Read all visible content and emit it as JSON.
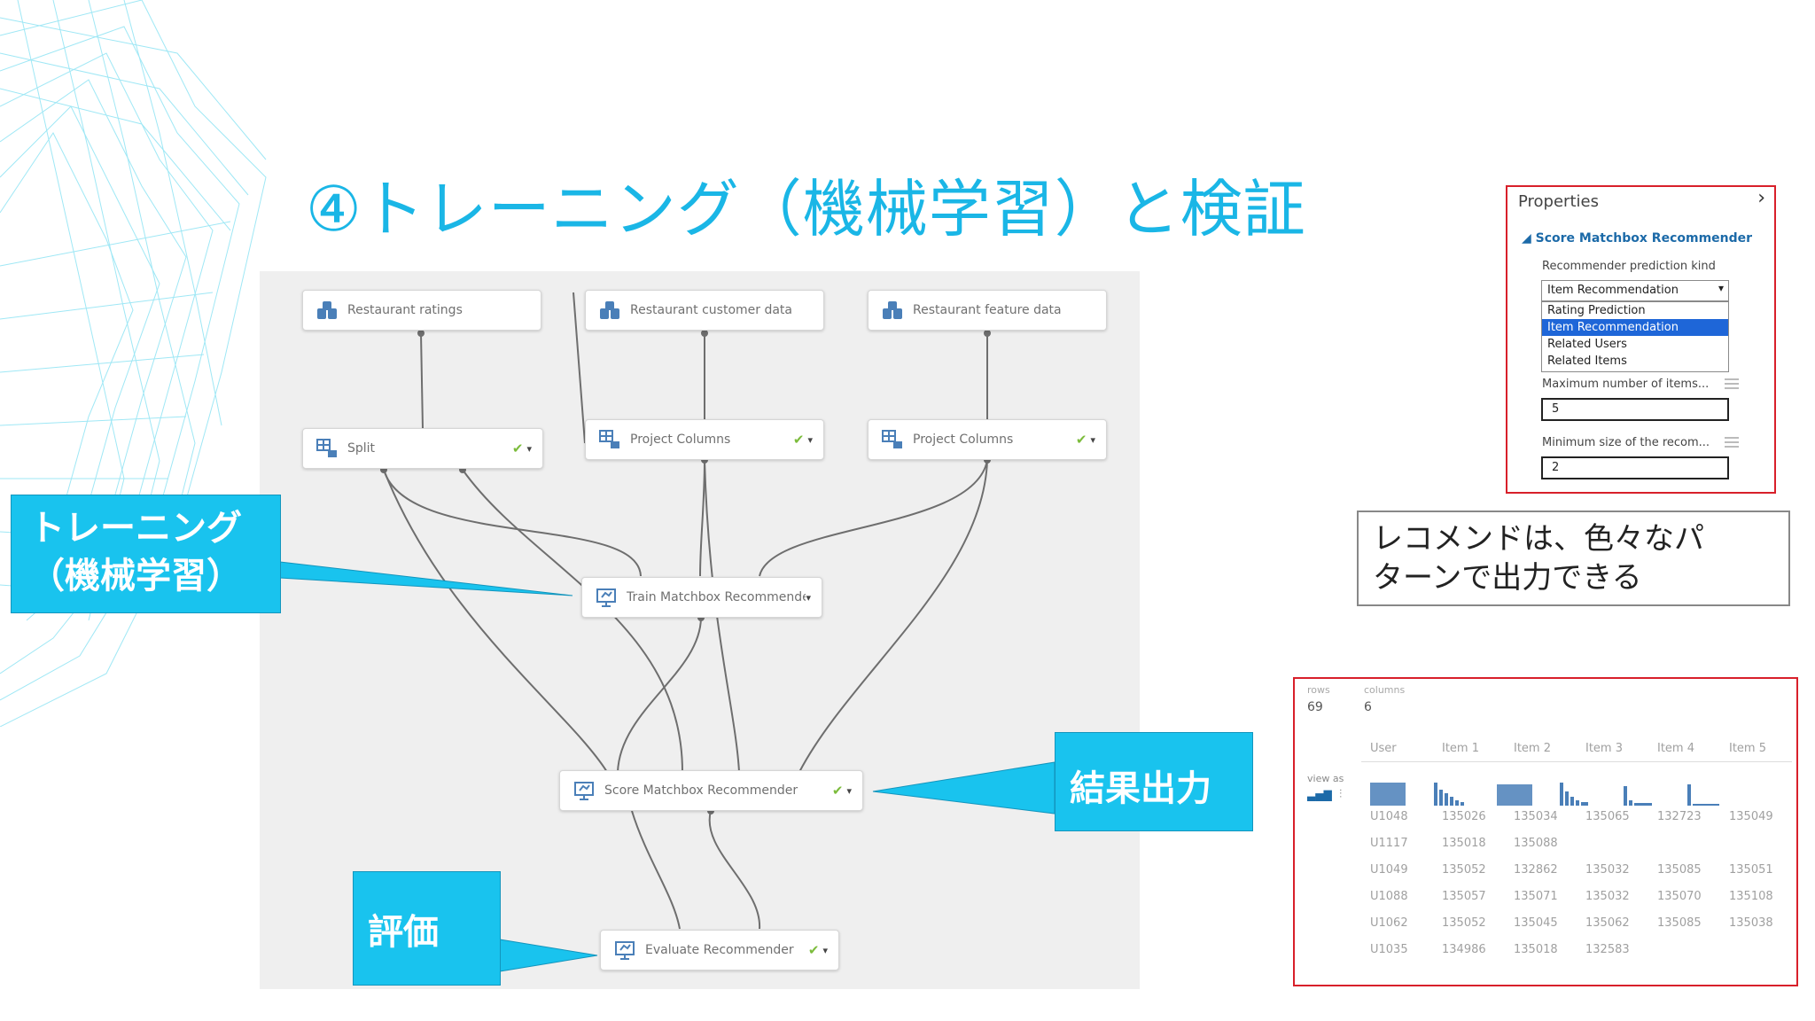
{
  "slide_title": "④トレーニング（機械学習）と検証",
  "experiment": {
    "nodes": {
      "restaurant_ratings": {
        "label": "Restaurant ratings"
      },
      "restaurant_customer_data": {
        "label": "Restaurant customer data"
      },
      "restaurant_feature_data": {
        "label": "Restaurant feature data"
      },
      "split": {
        "label": "Split"
      },
      "project_columns_1": {
        "label": "Project Columns"
      },
      "project_columns_2": {
        "label": "Project Columns"
      },
      "train": {
        "label": "Train Matchbox Recommender"
      },
      "score": {
        "label": "Score Matchbox Recommender"
      },
      "evaluate": {
        "label": "Evaluate Recommender"
      }
    },
    "check_glyph": "✔",
    "chevron_glyph": "▾"
  },
  "callouts": {
    "training_line1": "トレーニング",
    "training_line2": "（機械学習）",
    "result_output": "結果出力",
    "evaluation": "評価"
  },
  "properties_panel": {
    "title": "Properties",
    "collapse_icon": "›",
    "section_title": "Score Matchbox Recommender",
    "prediction_kind_label": "Recommender prediction kind",
    "prediction_kind_selected": "Item Recommendation",
    "options": [
      "Rating Prediction",
      "Item Recommendation",
      "Related Users",
      "Related Items"
    ],
    "max_items_label": "Maximum number of items...",
    "max_items_value": "5",
    "min_size_label": "Minimum size of the recom...",
    "min_size_value": "2"
  },
  "note_text_line1": "レコメンドは、色々なパ",
  "note_text_line2": "ターンで出力できる",
  "output_panel": {
    "rows_label": "rows",
    "rows_value": "69",
    "columns_label": "columns",
    "columns_value": "6",
    "view_as_label": "view as",
    "headers": [
      "User",
      "Item 1",
      "Item 2",
      "Item 3",
      "Item 4",
      "Item 5"
    ],
    "rows": [
      [
        "U1048",
        "135026",
        "135034",
        "135065",
        "132723",
        "135049"
      ],
      [
        "U1117",
        "135018",
        "135088",
        "",
        "",
        ""
      ],
      [
        "U1049",
        "135052",
        "132862",
        "135032",
        "135085",
        "135051"
      ],
      [
        "U1088",
        "135057",
        "135071",
        "135032",
        "135070",
        "135108"
      ],
      [
        "U1062",
        "135052",
        "135045",
        "135062",
        "135085",
        "135038"
      ],
      [
        "U1035",
        "134986",
        "135018",
        "132583",
        "",
        ""
      ]
    ]
  },
  "colors": {
    "accent": "#19c3ee",
    "title": "#1ab6e6",
    "panel_border": "#d8202a",
    "check": "#7cbc3c"
  }
}
